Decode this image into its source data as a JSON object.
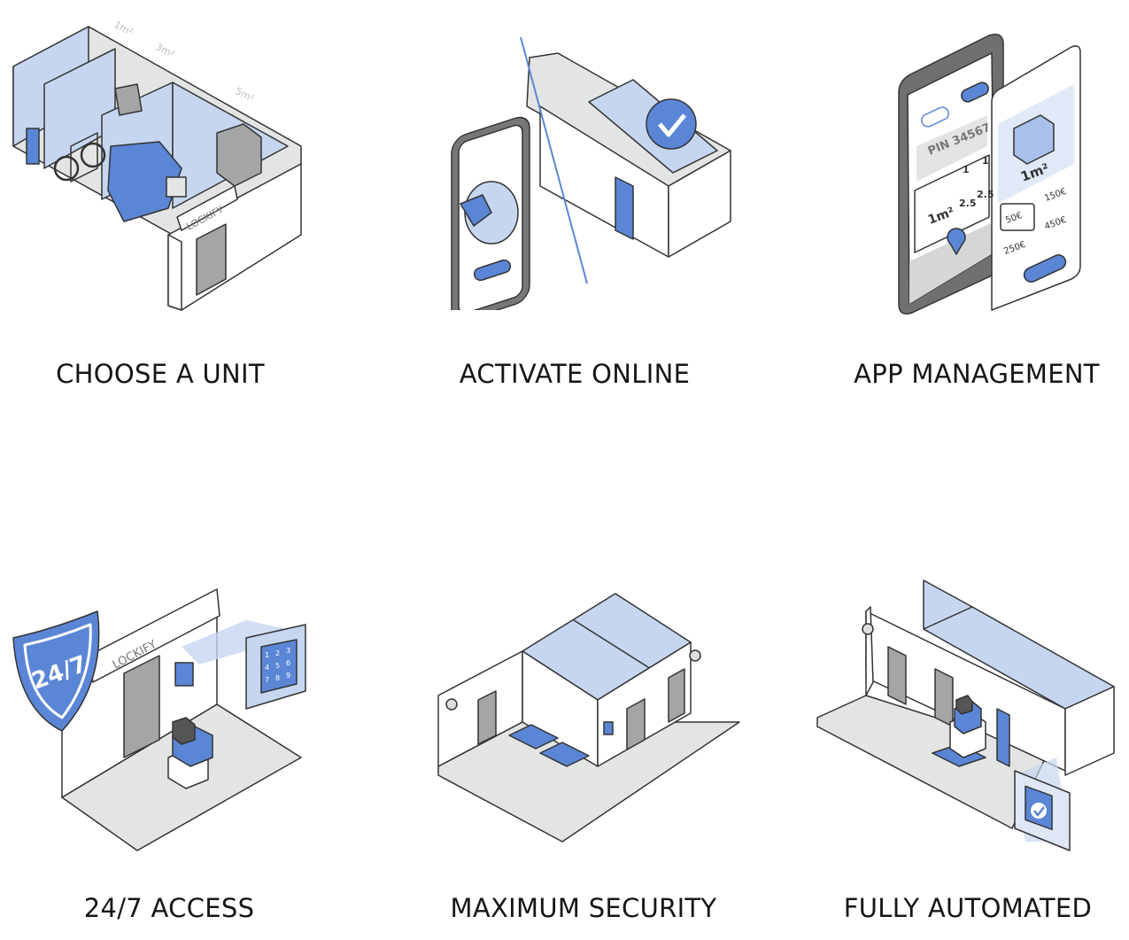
{
  "colors": {
    "blue": "#5b86d6",
    "light_blue": "#c6d6f0",
    "gray": "#a3a5a6",
    "floor": "#e3e4e4",
    "outline": "#333333",
    "text": "#161616"
  },
  "features": [
    {
      "title": "CHOOSE A UNIT",
      "illustration": {
        "sizes": [
          "1m²",
          "3m²",
          "5m²"
        ],
        "brand": "LOCKIFY"
      }
    },
    {
      "title": "ACTIVATE ONLINE"
    },
    {
      "title": "APP MANAGEMENT",
      "illustration": {
        "pin": "PIN 34567",
        "grid": [
          "1",
          "1",
          "2.5",
          "2.5"
        ],
        "unit": "1m²",
        "unit2": "1m²",
        "prices": [
          "50€",
          "150€",
          "250€",
          "450€"
        ]
      }
    },
    {
      "title": "24/7 ACCESS",
      "illustration": {
        "badge": "24/7",
        "brand": "LOCKIFY",
        "keypad": [
          "1",
          "2",
          "3",
          "4",
          "5",
          "6",
          "7",
          "8",
          "9"
        ]
      }
    },
    {
      "title": "MAXIMUM SECURITY"
    },
    {
      "title": "FULLY AUTOMATED"
    }
  ]
}
